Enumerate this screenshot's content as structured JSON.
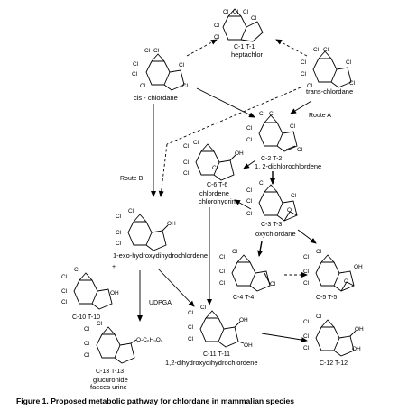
{
  "compounds": {
    "heptachlor": {
      "code": "C-1  T-1",
      "name": "heptachlor"
    },
    "cis_chlordane": {
      "name": "cis - chlordane"
    },
    "trans_chlordane": {
      "name": "trans-chlordane"
    },
    "dichlorochlordene": {
      "code": "C-2  T-2",
      "name": "1, 2-dichlorochlordene"
    },
    "chlorohydrin": {
      "code": "C-6  T-6",
      "name_line1": "chlordene",
      "name_line2": "chlorohydrin"
    },
    "oxychlordane": {
      "code": "C-3  T-3",
      "name": "oxychlordane"
    },
    "hydroxydihydro": {
      "name": "1-exo-hydroxydihydrochlordene"
    },
    "c10": {
      "code": "C-10  T-10"
    },
    "c4": {
      "code": "C-4  T-4"
    },
    "c5": {
      "code": "C-5  T-5"
    },
    "c13": {
      "code": "C-13  T-13",
      "name": "glucuronide",
      "excretion": "faeces     urine",
      "substituent": "O-C₆H₉O₆"
    },
    "dihydroxydihydro": {
      "code": "C-11  T-11",
      "name": "1,2-dihydroxydihydrochlordene"
    },
    "c12": {
      "code": "C-12  T-12"
    }
  },
  "route_labels": {
    "route_a": "Route A",
    "route_b": "Route B",
    "udpga": "UDPGA",
    "plus": "+"
  },
  "atoms": {
    "cl": "Cl",
    "oh": "OH",
    "o": "O"
  },
  "caption": "Figure 1.  Proposed metabolic pathway for chlordane in mammalian species"
}
